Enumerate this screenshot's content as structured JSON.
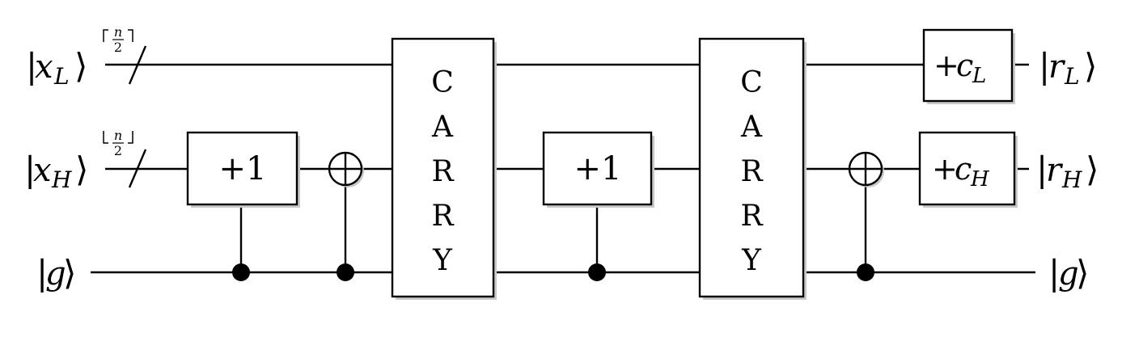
{
  "inputs": {
    "xl": {
      "var": "x",
      "sub": "L"
    },
    "xh": {
      "var": "x",
      "sub": "H"
    },
    "g": {
      "var": "g"
    }
  },
  "outputs": {
    "rl": {
      "var": "r",
      "sub": "L"
    },
    "rh": {
      "var": "r",
      "sub": "H"
    },
    "g": {
      "var": "g"
    }
  },
  "bus_widths": {
    "xl": {
      "num": "n",
      "den": "2",
      "type": "ceil"
    },
    "xh": {
      "num": "n",
      "den": "2",
      "type": "floor"
    }
  },
  "gates": {
    "inc1": "+1",
    "inc2": "+1",
    "carry1": [
      "C",
      "A",
      "R",
      "R",
      "Y"
    ],
    "carry2": [
      "C",
      "A",
      "R",
      "R",
      "Y"
    ],
    "add_l": {
      "sign": "+",
      "var": "c",
      "sub": "L"
    },
    "add_h": {
      "sign": "+",
      "var": "c",
      "sub": "H"
    }
  }
}
